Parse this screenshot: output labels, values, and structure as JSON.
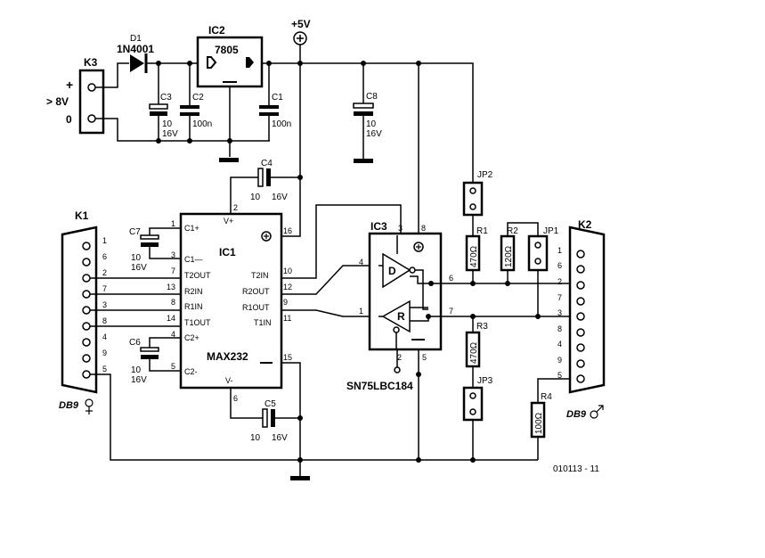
{
  "supply": {
    "label": "+5V"
  },
  "k3": {
    "ref": "K3",
    "plus": "+",
    "zero": "0",
    "input": "> 8V"
  },
  "d1": {
    "ref": "D1",
    "part": "1N4001"
  },
  "ic2": {
    "ref": "IC2",
    "part": "7805"
  },
  "c3": {
    "ref": "C3",
    "v1": "10",
    "v2": "16V"
  },
  "c2": {
    "ref": "C2",
    "v1": "100n"
  },
  "c1": {
    "ref": "C1",
    "v1": "100n"
  },
  "c8": {
    "ref": "C8",
    "v1": "10",
    "v2": "16V"
  },
  "c4": {
    "ref": "C4",
    "v1": "10",
    "v2": "16V"
  },
  "c5": {
    "ref": "C5",
    "v1": "10",
    "v2": "16V"
  },
  "c6": {
    "ref": "C6",
    "v1": "10",
    "v2": "16V"
  },
  "c7": {
    "ref": "C7",
    "v1": "10",
    "v2": "16V"
  },
  "k1": {
    "ref": "K1",
    "type": "DB9",
    "pins": [
      "1",
      "6",
      "2",
      "7",
      "3",
      "8",
      "4",
      "9",
      "5"
    ]
  },
  "k2": {
    "ref": "K2",
    "type": "DB9",
    "pins": [
      "1",
      "6",
      "2",
      "7",
      "3",
      "8",
      "4",
      "9",
      "5"
    ]
  },
  "ic1": {
    "ref": "IC1",
    "part": "MAX232",
    "left_labels": [
      "C1+",
      "C1—",
      "T2OUT",
      "R2IN",
      "R1IN",
      "T1OUT",
      "C2+",
      "C2-"
    ],
    "right_labels": [
      "T2IN",
      "R2OUT",
      "R1OUT",
      "T1IN"
    ],
    "vplus": "V+",
    "vminus": "V-",
    "left_pins": [
      "1",
      "3",
      "7",
      "13",
      "8",
      "14",
      "4",
      "5"
    ],
    "right_pins": [
      "16",
      "10",
      "12",
      "9",
      "11",
      "15"
    ],
    "top_pin": "2",
    "bottom_pin": "6"
  },
  "ic3": {
    "ref": "IC3",
    "part": "SN75LBC184",
    "driver": "D",
    "receiver": "R",
    "pins": {
      "p3": "3",
      "p8": "8",
      "p4": "4",
      "p1": "1",
      "p2": "2",
      "p5": "5",
      "p6": "6",
      "p7": "7"
    }
  },
  "jp1": {
    "ref": "JP1"
  },
  "jp2": {
    "ref": "JP2"
  },
  "jp3": {
    "ref": "JP3"
  },
  "r1": {
    "ref": "R1",
    "value": "470Ω"
  },
  "r2": {
    "ref": "R2",
    "value": "120Ω"
  },
  "r3": {
    "ref": "R3",
    "value": "470Ω"
  },
  "r4": {
    "ref": "R4",
    "value": "100Ω"
  },
  "footer": {
    "code": "010113 - 11"
  }
}
